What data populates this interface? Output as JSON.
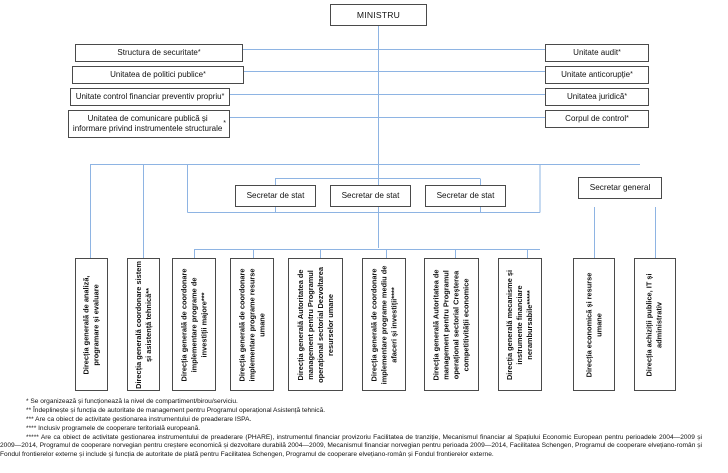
{
  "colors": {
    "connector": "#8eb4e3",
    "box_border": "#4a4a4a",
    "text": "#111111",
    "background": "#ffffff"
  },
  "top": {
    "minister_label": "MINISTRU"
  },
  "left_units": [
    {
      "label": "Structura de securitate",
      "marker": "*"
    },
    {
      "label": "Unitatea de politici publice",
      "marker": "*"
    },
    {
      "label": "Unitate control financiar preventiv propriu",
      "marker": "*"
    },
    {
      "label": "Unitatea de comunicare publică și informare privind instrumentele structurale",
      "marker": "*"
    }
  ],
  "right_units": [
    {
      "label": "Unitate audit",
      "marker": "*"
    },
    {
      "label": "Unitate anticorupție",
      "marker": "*"
    },
    {
      "label": "Unitatea juridică",
      "marker": "*"
    },
    {
      "label": "Corpul de control",
      "marker": "*"
    }
  ],
  "secretaries": [
    {
      "label": "Secretar de stat"
    },
    {
      "label": "Secretar de stat"
    },
    {
      "label": "Secretar de stat"
    }
  ],
  "secretary_general": {
    "label": "Secretar general"
  },
  "directions": [
    {
      "lines": [
        "Direcția generală de analiză,",
        "programare și evaluare"
      ]
    },
    {
      "lines": [
        "Direcția generală coordonare sistem",
        "și asistență tehnică**"
      ]
    },
    {
      "lines": [
        "Direcția generală de coordonare",
        "implementare programe de",
        "investiții majore***"
      ]
    },
    {
      "lines": [
        "Direcția generală de coordonare",
        "implementare programe resurse",
        "umane"
      ]
    },
    {
      "lines": [
        "Direcția generală Autoritatea de",
        "management pentru Programul",
        "operațional sectorial Dezvoltarea",
        "resurselor umane"
      ]
    },
    {
      "lines": [
        "Direcția generală de coordonare",
        "implementare programe mediu de",
        "afaceri și investiții****"
      ]
    },
    {
      "lines": [
        "Direcția generală Autoritatea de",
        "management pentru Programul",
        "operațional sectorial Creșterea",
        "competitivității economice"
      ]
    },
    {
      "lines": [
        "Direcția generală mecanisme și",
        "instrumente financiare",
        "nerambursabile*****"
      ]
    },
    {
      "lines": [
        "Direcția economică și resurse",
        "umane"
      ]
    },
    {
      "lines": [
        "Direcția achiziții publice, IT și",
        "administrativ"
      ]
    }
  ],
  "footnotes": [
    "* Se organizează și funcționează la nivel de compartiment/birou/serviciu.",
    "** Îndeplinește și funcția de autoritate de management pentru Programul operațional Asistență tehnică.",
    "*** Are ca obiect de activitate gestionarea instrumentului de preaderare ISPA.",
    "**** Inclusiv programele de cooperare teritorială europeană."
  ],
  "footnote_long": "***** Are ca obiect de activitate gestionarea instrumentului de preaderare (PHARE), instrumentul financiar provizoriu Facilitatea de tranziție, Mecanismul financiar al Spațiului Economic European pentru perioadele 2004—2009 și 2009—2014, Programul de cooperare norvegian pentru creștere economică și dezvoltare durabilă 2004—2009, Mecanismul financiar norvegian pentru perioada 2009—2014, Facilitatea Schengen, Programul de cooperare elvețiano-român și Fondul frontierelor externe și include și funcția de autoritate de plată pentru Facilitatea Schengen, Programul de cooperare elvețiano-român și Fondul frontierelor externe."
}
